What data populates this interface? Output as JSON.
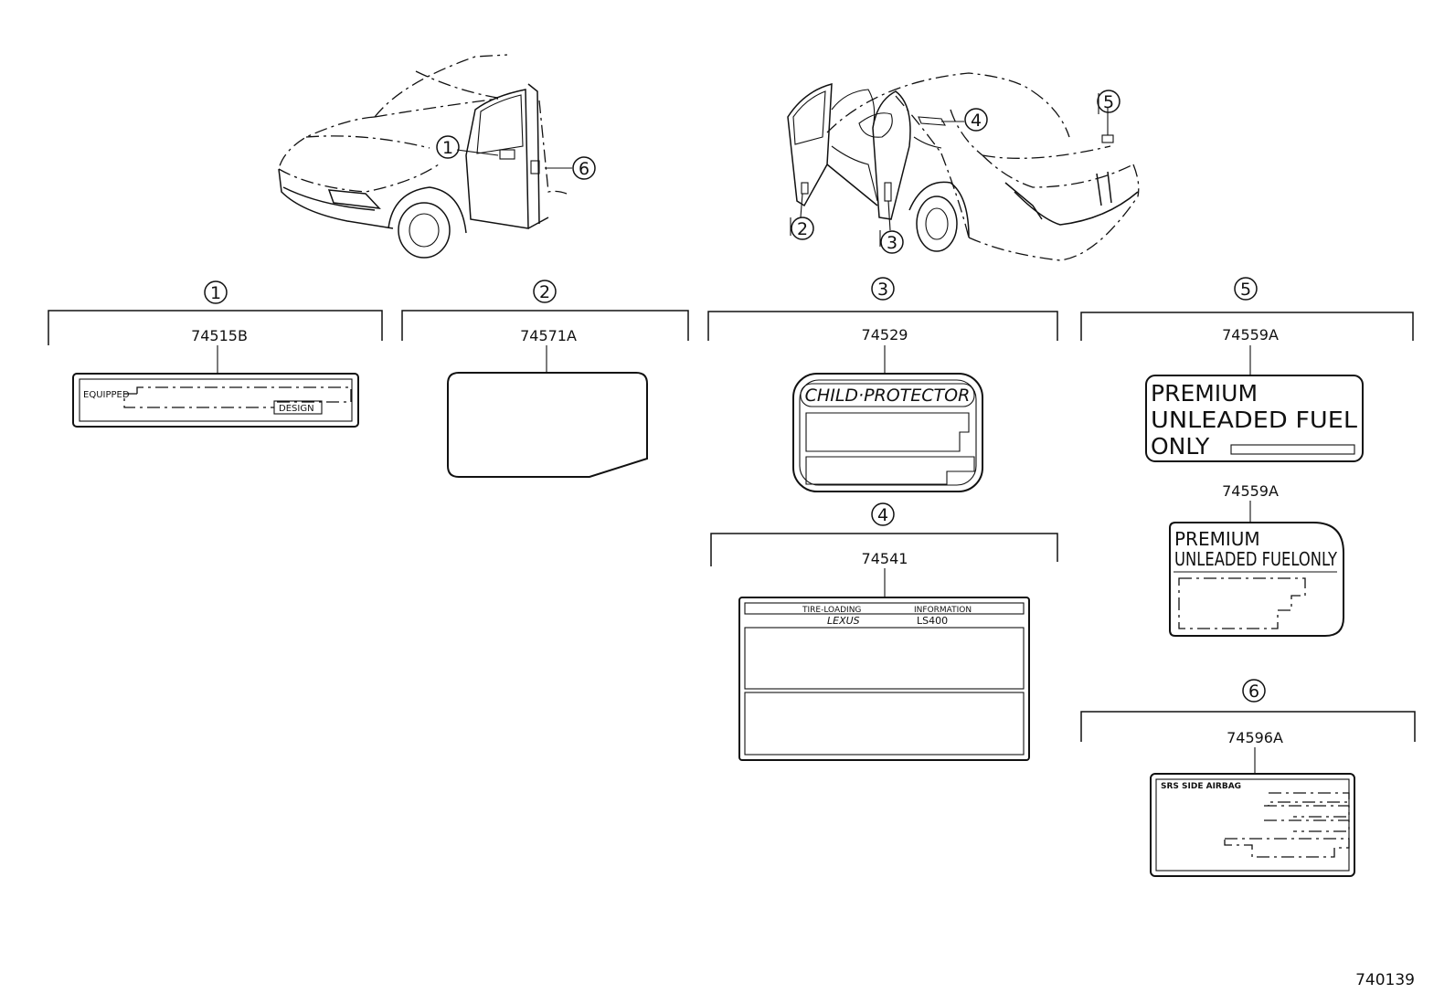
{
  "callouts": [
    "1",
    "2",
    "3",
    "4",
    "5",
    "6"
  ],
  "parts": [
    {
      "callout": "1",
      "number": "74515B",
      "text": [
        "EQUIPPED",
        "DESIGN"
      ]
    },
    {
      "callout": "2",
      "number": "74571A",
      "text": []
    },
    {
      "callout": "3",
      "number": "74529",
      "text": [
        "CHILD·PROTECTOR"
      ]
    },
    {
      "callout": "4",
      "number": "74541",
      "text": [
        "TIRE-LOADING",
        "INFORMATION",
        "LEXUS",
        "LS400"
      ]
    },
    {
      "callout": "5",
      "number": "74559A",
      "text": [
        "PREMIUM",
        "UNLEADED FUEL",
        "ONLY"
      ]
    },
    {
      "callout": "5",
      "number": "74559A",
      "text": [
        "PREMIUM",
        "UNLEADED FUELONLY"
      ]
    },
    {
      "callout": "6",
      "number": "74596A",
      "text": [
        "SRS SIDE AIRBAG"
      ]
    }
  ],
  "figure_code": "740139"
}
